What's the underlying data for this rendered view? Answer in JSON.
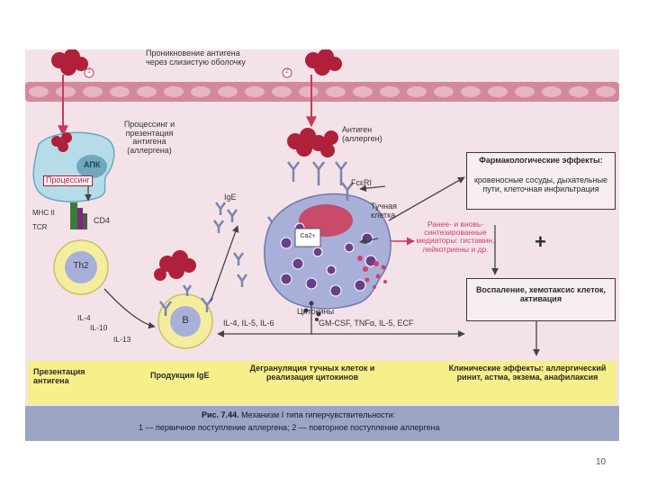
{
  "diagram": {
    "penetration_label": "Проникновение антигена через слизистую оболочку",
    "marker_1": "1",
    "marker_2": "2",
    "processing_label": "Процессинг и презентация антигена (аллергена)",
    "apc_label": "АПК",
    "processing_badge": "Процессинг",
    "mhc_label": "MHC II",
    "tcr_label": "TCR",
    "cd4_label": "CD4",
    "th2_label": "Th2",
    "ige_label": "IgE",
    "b_label": "B",
    "antigen_label": "Антиген (аллерген)",
    "fcer_label": "FcεRI",
    "mast_label": "Тучная клетка",
    "ca_label": "Ca2+",
    "mediators_label": "Ранее- и вновь-синтезированные медиаторы: гистамин, лейкотриены и др.",
    "cytokines_label": "Цитокины",
    "b_cytokines": "IL-4, IL-5, IL-6",
    "th_cytokines_1": "IL-4",
    "th_cytokines_2": "IL-10",
    "th_cytokines_3": "IL-13",
    "mast_cytokines": "GM-CSF, TNFα, IL-5, ECF",
    "pharm_title": "Фармакологические эффекты:",
    "pharm_body": "кровеносные сосуды, дыхательные пути, клеточная инфильтрация",
    "plus": "+",
    "inflam_box": "Воспаление, хемотаксис клеток, активация",
    "flow": [
      "Презентация антигена",
      "Продукция IgE",
      "Дегрануляция тучных клеток и реализация цитокинов",
      "Клинические эффекты: аллергический ринит, астма, экзема, анафилаксия"
    ],
    "caption_title": "Рис. 7.44.",
    "caption_main": "Механизм I типа гиперчувствительности:",
    "caption_legend": "1 — первичное поступление аллергена; 2 — повторное поступление аллергена"
  },
  "page_number": "10",
  "colors": {
    "background": "#f3e3e8",
    "membrane": "#d4889c",
    "allergen": "#b0203a",
    "arrow_red": "#c83a5a",
    "flow_bar": "#f6ef8a",
    "caption_bar": "#9aa6c4",
    "mast_cell": "#a8b0da",
    "granule": "#6a3f8a",
    "th2_ring": "#f5ed9e"
  }
}
